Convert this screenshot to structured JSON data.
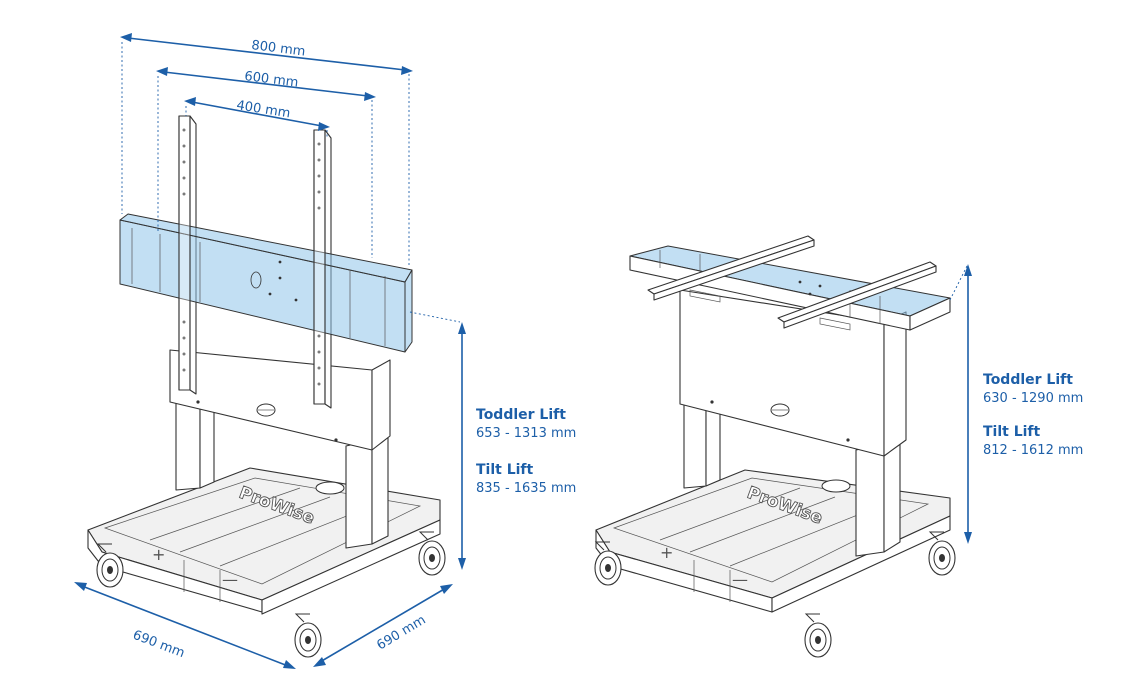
{
  "left_cart": {
    "width_dimensions": [
      "800 mm",
      "600 mm",
      "400 mm"
    ],
    "footprint": {
      "length": "690 mm",
      "depth": "690 mm"
    },
    "height_specs": [
      {
        "title": "Toddler Lift",
        "range": "653 - 1313 mm"
      },
      {
        "title": "Tilt Lift",
        "range": "835 - 1635 mm"
      }
    ],
    "brand": "ProWise",
    "controls": {
      "plus": "+",
      "minus": "—"
    }
  },
  "right_cart": {
    "height_specs": [
      {
        "title": "Toddler Lift",
        "range": "630 - 1290 mm"
      },
      {
        "title": "Tilt Lift",
        "range": "812 - 1612 mm"
      }
    ],
    "brand": "ProWise",
    "controls": {
      "plus": "+",
      "minus": "—"
    }
  },
  "colors": {
    "dimension": "#1d5fa8",
    "mount_fill": "#8fc5ea"
  }
}
